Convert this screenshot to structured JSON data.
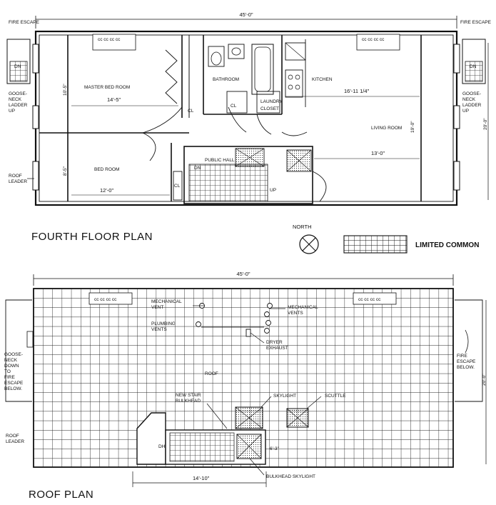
{
  "fourth_floor": {
    "title": "FOURTH FLOOR PLAN",
    "overall_width": "45'-0\"",
    "rooms": {
      "master_bed_room": "MASTER BED ROOM",
      "master_width": "14'-5\"",
      "master_depth": "10'-5\"",
      "bathroom": "BATHROOM",
      "kitchen": "KITCHEN",
      "kitchen_width": "16'-11 1/4\"",
      "laundry": "LAUNDRY",
      "closet": "CLOSET",
      "living_room": "LIVING ROOM",
      "living_width": "13'-0\"",
      "living_depth": "19'-0\"",
      "bed_room": "BED ROOM",
      "bed_width": "12'-0\"",
      "bed_depth": "8'-5\"",
      "public_hall": "PUBLIC HALL",
      "dn": "DN",
      "up": "UP",
      "cl": "CL"
    },
    "left_notes": {
      "fire_escape": "FIRE ESCAPE",
      "gooseneck": [
        "GOOSE-",
        "NECK",
        "LADDER",
        "UP"
      ],
      "roof_leader": [
        "ROOF",
        "LEADER"
      ]
    },
    "right_notes": {
      "fire_escape": "FIRE ESCAPE",
      "gooseneck": [
        "GOOSE-",
        "NECK",
        "LADDER",
        "UP"
      ],
      "depth": "20'-0\""
    }
  },
  "north": {
    "label": "NORTH"
  },
  "legend": {
    "label": "LIMITED COMMON"
  },
  "roof": {
    "title": "ROOF PLAN",
    "overall_width": "45'-0\"",
    "depth": "20'-0\"",
    "roof_label": "ROOF",
    "mechanical_vent": [
      "MECHANICAL",
      "VENT"
    ],
    "plumbing_vents": [
      "PLUMBING",
      "VENTS"
    ],
    "mechanical_vents": [
      "MECHANICAL",
      "VENTS"
    ],
    "dryer_exhaust": [
      "DRYER",
      "EXHAUST"
    ],
    "new_stair_bulkhead": [
      "NEW STAIR",
      "BULKHEAD"
    ],
    "skylight": "SKYLIGHT",
    "scuttle": "SCUTTLE",
    "bulkhead_skylight": "BULKHEAD SKYLIGHT",
    "bulkhead_width": "14'-10\"",
    "bulkhead_depth": "6'-3\"",
    "gooseneck_down": [
      "GOOSE-",
      "NECK",
      "DOWN",
      "TO",
      "FIRE",
      "ESCAPE",
      "BELOW."
    ],
    "roof_leader": [
      "ROOF",
      "LEADER"
    ],
    "fire_escape_below": [
      "FIRE",
      "ESCAPE",
      "BELOW."
    ],
    "dh": "DH"
  }
}
